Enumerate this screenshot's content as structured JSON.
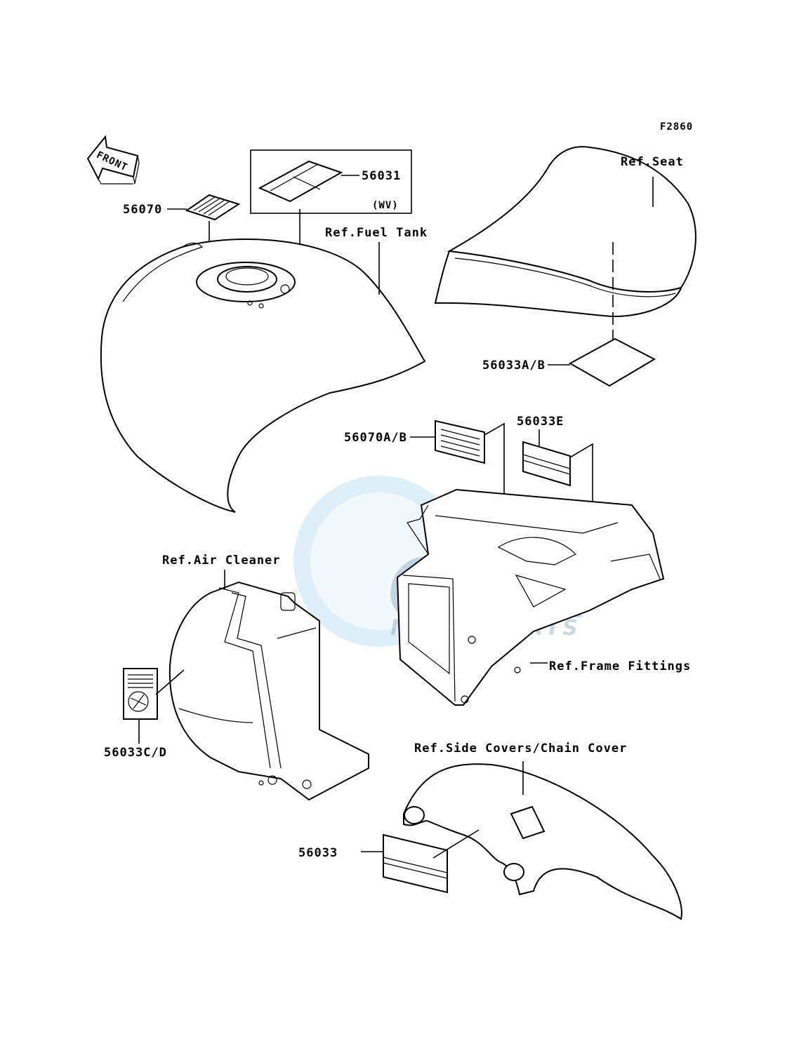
{
  "figure_code": "F2860",
  "front_arrow_label": "FRONT",
  "watermark": {
    "brand": "GEM",
    "sub": "MOTORPARTS"
  },
  "colors": {
    "line": "#000000",
    "watermark_blue": "#4aa8e0",
    "watermark_grey": "#9aa7b3"
  },
  "labels": {
    "p56070": "56070",
    "p56031": "56031",
    "p56031_note": "(WV)",
    "ref_fuel_tank": "Ref.Fuel Tank",
    "ref_seat": "Ref.Seat",
    "p56033AB": "56033A/B",
    "p56070AB": "56070A/B",
    "p56033E": "56033E",
    "ref_air_cleaner": "Ref.Air Cleaner",
    "ref_frame_fittings": "Ref.Frame Fittings",
    "p56033CD": "56033C/D",
    "ref_side_covers": "Ref.Side Covers/Chain Cover",
    "p56033": "56033"
  }
}
